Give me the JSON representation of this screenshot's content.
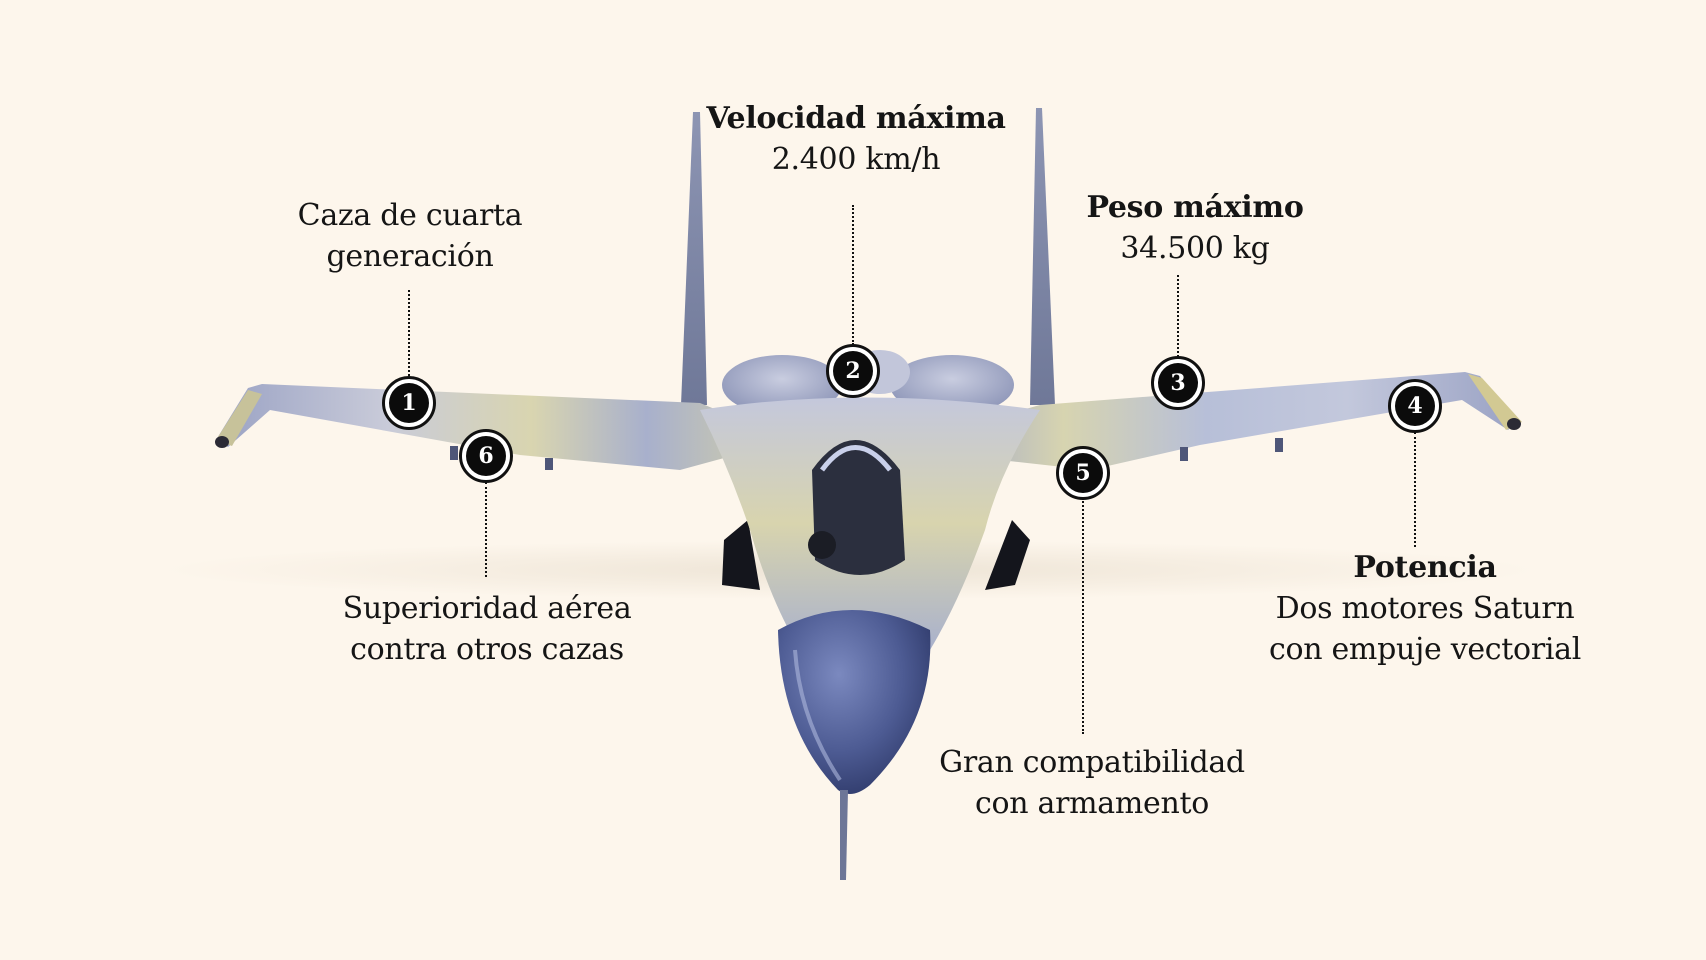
{
  "diagram": {
    "subject": "fighter-jet-front-view",
    "colors": {
      "background": "#fdf6ec",
      "text": "#151515",
      "marker_fill": "#0b0b0b",
      "marker_ring": "#ffffff",
      "jet_blue": "#5c6a9c",
      "jet_khaki": "#d8d3a4",
      "jet_light": "#bfc4d8"
    },
    "callouts": [
      {
        "number": "1",
        "title": "",
        "lines": [
          "Caza de cuarta",
          "generación"
        ]
      },
      {
        "number": "2",
        "title": "Velocidad máxima",
        "lines": [
          "2.400 km/h"
        ]
      },
      {
        "number": "3",
        "title": "Peso máximo",
        "lines": [
          "34.500 kg"
        ]
      },
      {
        "number": "4",
        "title": "Potencia",
        "lines": [
          "Dos motores Saturn",
          "con empuje vectorial"
        ]
      },
      {
        "number": "5",
        "title": "",
        "lines": [
          "Gran compatibilidad",
          "con armamento"
        ]
      },
      {
        "number": "6",
        "title": "",
        "lines": [
          "Superioridad aérea",
          "contra otros cazas"
        ]
      }
    ]
  }
}
